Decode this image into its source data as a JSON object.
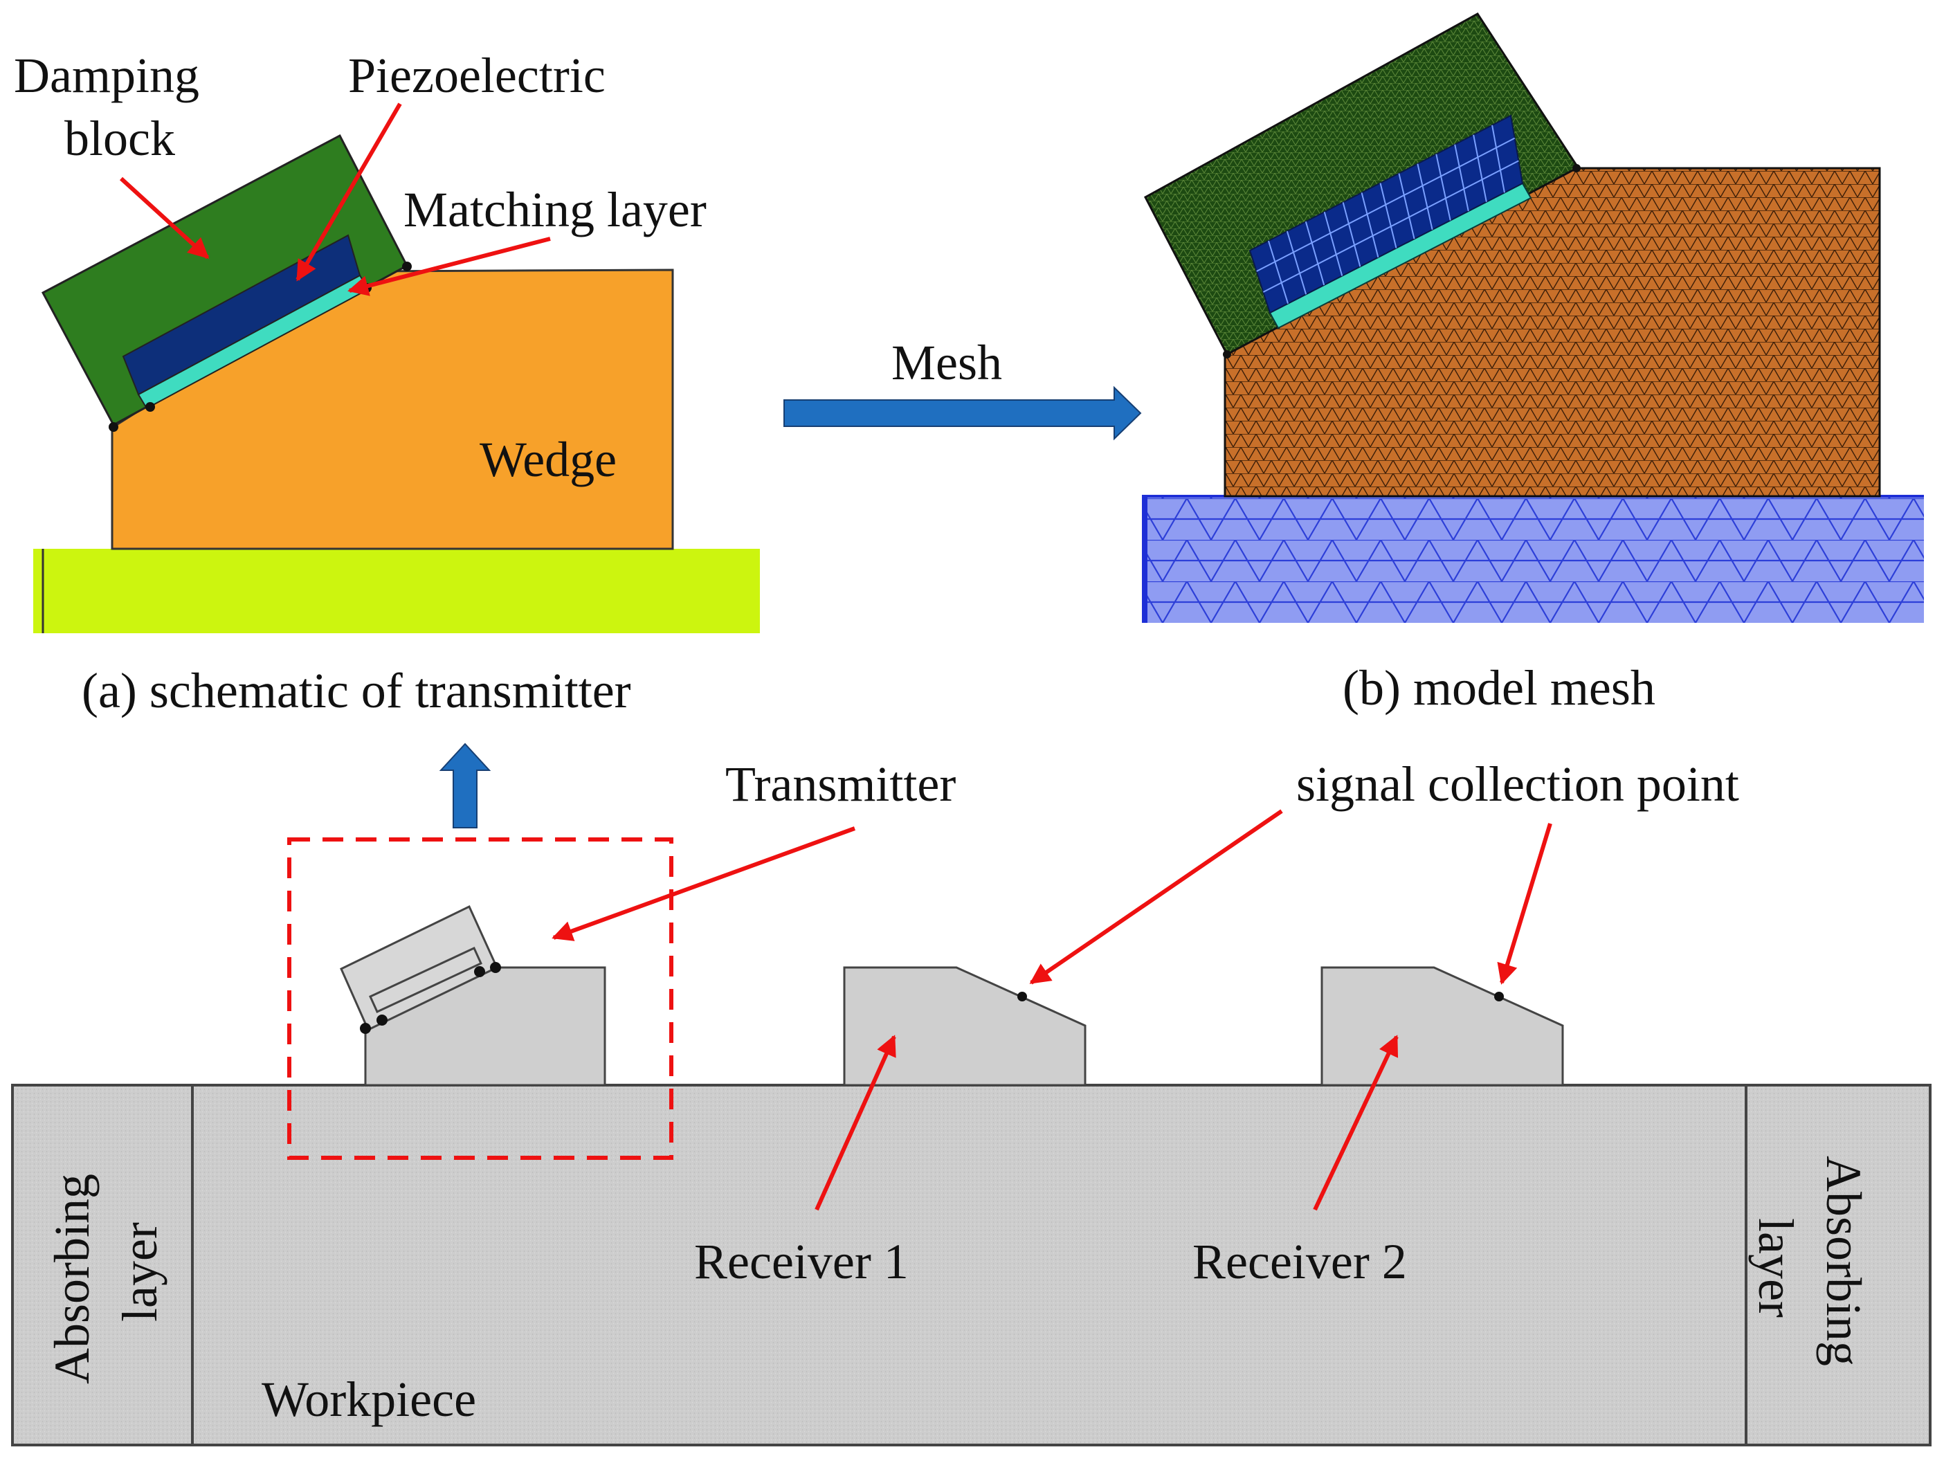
{
  "panel_a": {
    "caption": "(a) schematic of transmitter",
    "labels": {
      "damping_line1": "Damping",
      "damping_line2": "block",
      "piezo": "Piezoelectric",
      "matching": "Matching layer",
      "wedge": "Wedge"
    }
  },
  "transition": {
    "arrow_label": "Mesh"
  },
  "panel_b": {
    "caption": "(b) model mesh"
  },
  "panel_c": {
    "labels": {
      "transmitter": "Transmitter",
      "signal_point": "signal collection point",
      "receiver1": "Receiver 1",
      "receiver2": "Receiver 2",
      "absorbing_left_line1": "Absorbing",
      "absorbing_left_line2": "layer",
      "absorbing_right_line1": "Absorbing",
      "absorbing_right_line2": "layer",
      "workpiece": "Workpiece"
    }
  },
  "colors": {
    "damping": "#2e7d1f",
    "piezo": "#0d2f7a",
    "matching": "#3fdcc0",
    "wedge": "#f7a12a",
    "workpiece_top": "#ccf50f",
    "mesh_wedge": "#c8702a",
    "mesh_damping": "#1d4a12",
    "mesh_piezo": "#0a2a8a",
    "mesh_work": "#8f9cf2",
    "mesh_work_line": "#1e2fd6",
    "callout": "#ee1111",
    "blue_arrow": "#1f6fc0",
    "grey_part": "#cfcfcf"
  }
}
